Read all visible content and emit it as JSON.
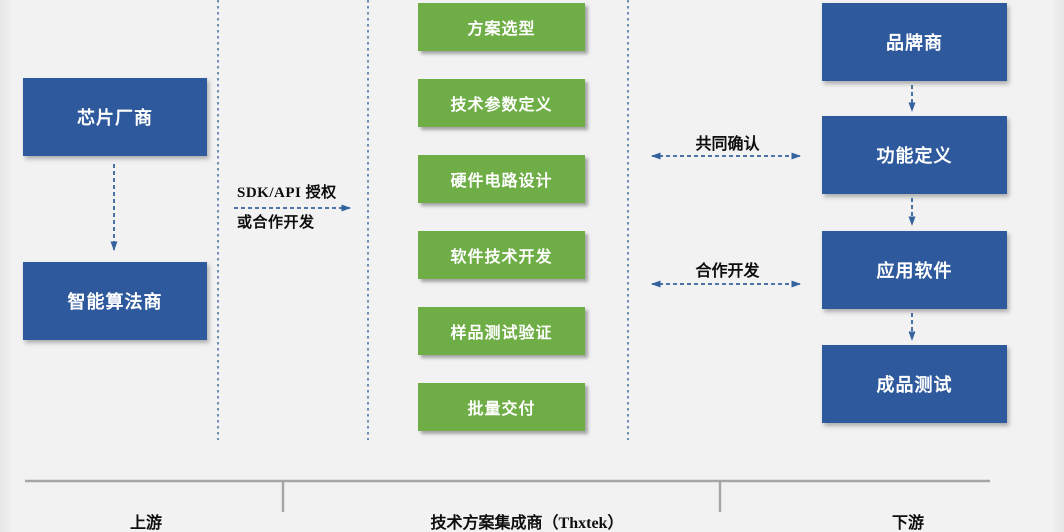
{
  "palette": {
    "box_blue": "#2E5A9D",
    "box_green": "#6FAE46",
    "connector_blue": "#35639E",
    "axis_gray": "#A6A6A6",
    "background_gray": "#F2F2F3",
    "label_black": "#0E0E0E"
  },
  "upstream": {
    "section_label": "上游",
    "boxes": [
      {
        "label": "芯片厂商"
      },
      {
        "label": "智能算法商"
      }
    ]
  },
  "integrator": {
    "section_label": "技术方案集成商（Thxtek）",
    "boxes": [
      {
        "label": "方案选型"
      },
      {
        "label": "技术参数定义"
      },
      {
        "label": "硬件电路设计"
      },
      {
        "label": "软件技术开发"
      },
      {
        "label": "样品测试验证"
      },
      {
        "label": "批量交付"
      }
    ]
  },
  "downstream": {
    "section_label": "下游",
    "boxes": [
      {
        "label": "品牌商"
      },
      {
        "label": "功能定义"
      },
      {
        "label": "应用软件"
      },
      {
        "label": "成品测试"
      }
    ]
  },
  "connectors": {
    "sdk": {
      "line1": "SDK/API 授权",
      "line2": "或合作开发"
    },
    "confirm": {
      "label": "共同确认"
    },
    "codev": {
      "label": "合作开发"
    }
  }
}
